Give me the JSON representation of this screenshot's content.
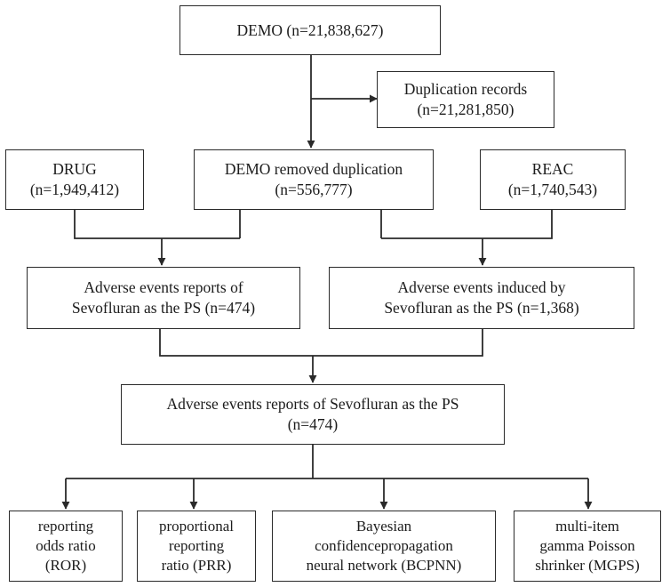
{
  "colors": {
    "line": "#2a2a2a",
    "text": "#1c1c1c",
    "background": "#ffffff"
  },
  "boxes": {
    "demo": {
      "lines": [
        "DEMO (n=21,838,627)"
      ]
    },
    "duplication": {
      "lines": [
        "Duplication records",
        "(n=21,281,850)"
      ]
    },
    "drug": {
      "lines": [
        "DRUG",
        "(n=1,949,412)"
      ]
    },
    "demo_removed": {
      "lines": [
        "DEMO removed duplication",
        "(n=556,777)"
      ]
    },
    "reac": {
      "lines": [
        "REAC",
        "(n=1,740,543)"
      ]
    },
    "ae_reports_left": {
      "lines": [
        "Adverse events reports of",
        "Sevofluran as the PS (n=474)"
      ]
    },
    "ae_induced": {
      "lines": [
        "Adverse events induced by",
        "Sevofluran as the PS (n=1,368)"
      ]
    },
    "ae_reports_final": {
      "lines": [
        "Adverse events reports of Sevofluran as the PS",
        "(n=474)"
      ]
    },
    "ror": {
      "lines": [
        "reporting",
        "odds ratio",
        "(ROR)"
      ]
    },
    "prr": {
      "lines": [
        "proportional",
        "reporting",
        "ratio (PRR)"
      ]
    },
    "bcpnn": {
      "lines": [
        "Bayesian",
        "confidencepropagation",
        "neural network (BCPNN)"
      ]
    },
    "mgps": {
      "lines": [
        "multi-item",
        "gamma Poisson",
        "shrinker (MGPS)"
      ]
    }
  }
}
